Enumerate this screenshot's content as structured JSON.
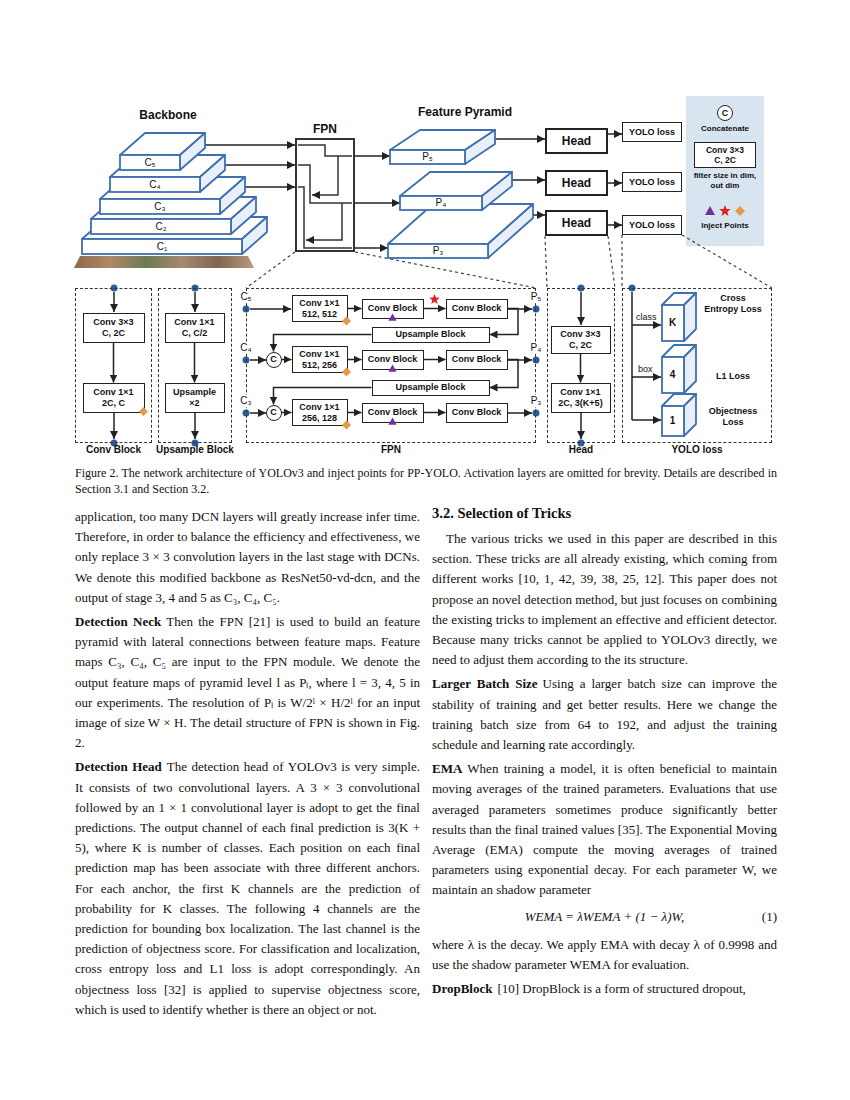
{
  "diagram": {
    "caption": "Figure 2. The network architecture of YOLOv3 and inject points for PP-YOLO. Activation layers are omitted for brevity. Details are described in Section 3.1 and Section 3.2.",
    "nodes": [
      {
        "text": [
          "C₅"
        ]
      },
      {
        "text": [
          "C₄"
        ]
      },
      {
        "text": [
          "C₃"
        ]
      },
      {
        "text": [
          "C₂"
        ]
      },
      {
        "text": [
          "C₁"
        ]
      },
      {
        "text": [
          "FPN"
        ]
      },
      {
        "text": [
          "P₅"
        ]
      },
      {
        "text": [
          "P₄"
        ]
      },
      {
        "text": [
          "P₃"
        ]
      },
      {
        "text": [
          "Head"
        ]
      },
      {
        "text": [
          "Head"
        ]
      },
      {
        "text": [
          "Head"
        ]
      },
      {
        "text": [
          "YOLO loss"
        ]
      },
      {
        "text": [
          "YOLO loss"
        ]
      },
      {
        "text": [
          "YOLO loss"
        ]
      },
      {
        "text": [
          "C"
        ]
      },
      {
        "text": [
          "Conv 3×3",
          "C, 2C"
        ]
      },
      {
        "text": [
          "Conv Block"
        ]
      },
      {
        "text": [
          "Conv 3×3",
          "C, 2C"
        ],
        "in": 17
      },
      {
        "text": [
          "Conv 1×1",
          "2C, C"
        ],
        "in": 17
      },
      {
        "text": [
          "Upsample Block"
        ]
      },
      {
        "text": [
          "Conv 1×1",
          "C, C/2"
        ],
        "in": 20
      },
      {
        "text": [
          "Upsample",
          "×2"
        ],
        "in": 20
      },
      {
        "text": [
          "FPN"
        ]
      },
      {
        "text": [
          "Conv 1×1",
          "512, 512"
        ],
        "in": 23
      },
      {
        "text": [
          "Conv Block"
        ],
        "in": 23
      },
      {
        "text": [
          "Conv Block"
        ],
        "in": 23
      },
      {
        "text": [
          "Upsample Block"
        ],
        "in": 23
      },
      {
        "text": [
          "C"
        ],
        "in": 23
      },
      {
        "text": [
          "Conv 1×1",
          "512, 256"
        ],
        "in": 23
      },
      {
        "text": [
          "Conv Block"
        ],
        "in": 23
      },
      {
        "text": [
          "Conv Block"
        ],
        "in": 23
      },
      {
        "text": [
          "Upsample Block"
        ],
        "in": 23
      },
      {
        "text": [
          "C"
        ],
        "in": 23
      },
      {
        "text": [
          "Conv 1×1",
          "256, 128"
        ],
        "in": 23
      },
      {
        "text": [
          "Conv Block"
        ],
        "in": 23
      },
      {
        "text": [
          "Conv Block"
        ],
        "in": 23
      },
      {
        "text": [
          "Head"
        ]
      },
      {
        "text": [
          "Conv 3×3",
          "C, 2C"
        ],
        "in": 37
      },
      {
        "text": [
          "Conv 1×1",
          "2C, 3(K+5)"
        ],
        "in": 37
      },
      {
        "text": [
          "YOLO loss"
        ]
      },
      {
        "text": [
          "K"
        ],
        "in": 40
      },
      {
        "text": [
          "4"
        ],
        "in": 40
      },
      {
        "text": [
          "1"
        ],
        "in": 40
      }
    ],
    "edges": [
      {
        "from": 0,
        "to": 5,
        "arrow": "to"
      },
      {
        "from": 1,
        "to": 5,
        "arrow": "to"
      },
      {
        "from": 2,
        "to": 5,
        "arrow": "to"
      },
      {
        "from": 5,
        "to": 6,
        "arrow": "to"
      },
      {
        "from": 5,
        "to": 7,
        "arrow": "to"
      },
      {
        "from": 5,
        "to": 8,
        "arrow": "to"
      },
      {
        "from": 6,
        "to": 9,
        "arrow": "to"
      },
      {
        "from": 7,
        "to": 10,
        "arrow": "to"
      },
      {
        "from": 8,
        "to": 11,
        "arrow": "to"
      },
      {
        "from": 9,
        "to": 12,
        "arrow": "to"
      },
      {
        "from": 10,
        "to": 13,
        "arrow": "to"
      },
      {
        "from": 11,
        "to": 14,
        "arrow": "to"
      },
      {
        "from": 18,
        "to": 19,
        "arrow": "to"
      },
      {
        "from": 21,
        "to": 22,
        "arrow": "to"
      },
      {
        "from": 24,
        "to": 25,
        "arrow": "to"
      },
      {
        "from": 25,
        "to": 26,
        "arrow": "to"
      },
      {
        "from": 26,
        "to": 27,
        "arrow": "to"
      },
      {
        "from": 27,
        "to": 28,
        "arrow": "to"
      },
      {
        "from": 28,
        "to": 29,
        "arrow": "to"
      },
      {
        "from": 29,
        "to": 30,
        "arrow": "to"
      },
      {
        "from": 30,
        "to": 31,
        "arrow": "to"
      },
      {
        "from": 31,
        "to": 32,
        "arrow": "to"
      },
      {
        "from": 32,
        "to": 33,
        "arrow": "to"
      },
      {
        "from": 33,
        "to": 34,
        "arrow": "to"
      },
      {
        "from": 34,
        "to": 35,
        "arrow": "to"
      },
      {
        "from": 35,
        "to": 36,
        "arrow": "to"
      },
      {
        "from": 38,
        "to": 39,
        "arrow": "to"
      }
    ],
    "labels": [
      "Backbone",
      "Feature Pyramid",
      "C₅",
      "C₄",
      "C₃",
      "P₅",
      "P₄",
      "P₃",
      "class",
      "box",
      "Cross Entropy Loss",
      "L1 Loss",
      "Objectness Loss",
      "application, too many DCN layers will greatly increase infer time. Therefore, in order to balance the efficiency and effectiveness, we only replace 3 × 3 convolution layers in the last stage with DCNs. We denote this modified backbone as ResNet50-vd-dcn, and the output of stage 3, 4 and 5 as C₃, C₄, C₅.",
      "Detection Neck",
      "Then the FPN [21] is used to build an feature pyramid with lateral connections between feature maps. Feature maps C₃, C₄, C₅ are input to the FPN module. We denote the output feature maps of pyramid level l as Pₗ, where l = 3, 4, 5 in our experiments. The resolution of Pₗ is W/2ˡ × H/2ˡ for an input image of size W × H. The detail structure of FPN is shown in Fig. 2.",
      "Detection Head",
      "The detection head of YOLOv3 is very simple. It consists of two convolutional layers. A 3 × 3 convolutional followed by an 1 × 1 convolutional layer is adopt to get the final predictions. The output channel of each final prediction is 3(K + 5), where K is number of classes. Each position on each final prediction map has been associate with three different anchors. For each anchor, the first K channels are the prediction of probability for K classes. The following 4 channels are the prediction for bounding box localization. The last channel is the prediction of objectness score. For classification and localization, cross entropy loss and L1 loss is adopt correspondingly. An objectness loss [32] is applied to supervise objectness score, which is used to identify whether is there an object or not.",
      "3.2. Selection of Tricks",
      "The various tricks we used in this paper are described in this section. These tricks are all already existing, which coming from different works [10, 1, 42, 39, 38, 25, 12]. This paper does not propose an novel detection method, but just focuses on combining the existing tricks to implement an effective and efficient detector. Because many tricks cannot be applied to YOLOv3 directly, we need to adjust them according to the its structure.",
      "Larger Batch Size",
      "Using a larger batch size can improve the stability of training and get better results. Here we change the training batch size from 64 to 192, and adjust the training schedule and learning rate accordingly.",
      "EMA",
      "When training a model, it is often beneficial to maintain moving averages of the trained parameters. Evaluations that use averaged parameters sometimes produce significantly better results than the final trained values [35]. The Exponential Moving Average (EMA) compute the moving averages of trained parameters using exponential decay. For each parameter W, we maintain an shadow parameter",
      "WEMA = λWEMA + (1 − λ)W,",
      "(1)",
      "where λ is the decay. We apply EMA with decay λ of 0.9998 and use the shadow parameter WEMA for evaluation.",
      "DropBlock",
      "[10] DropBlock is a form of structured dropout,"
    ],
    "legend": [
      {
        "text": "Concatenate"
      },
      {
        "text": "filter size in dim, out dim"
      },
      {
        "text": "Inject Points"
      }
    ]
  }
}
